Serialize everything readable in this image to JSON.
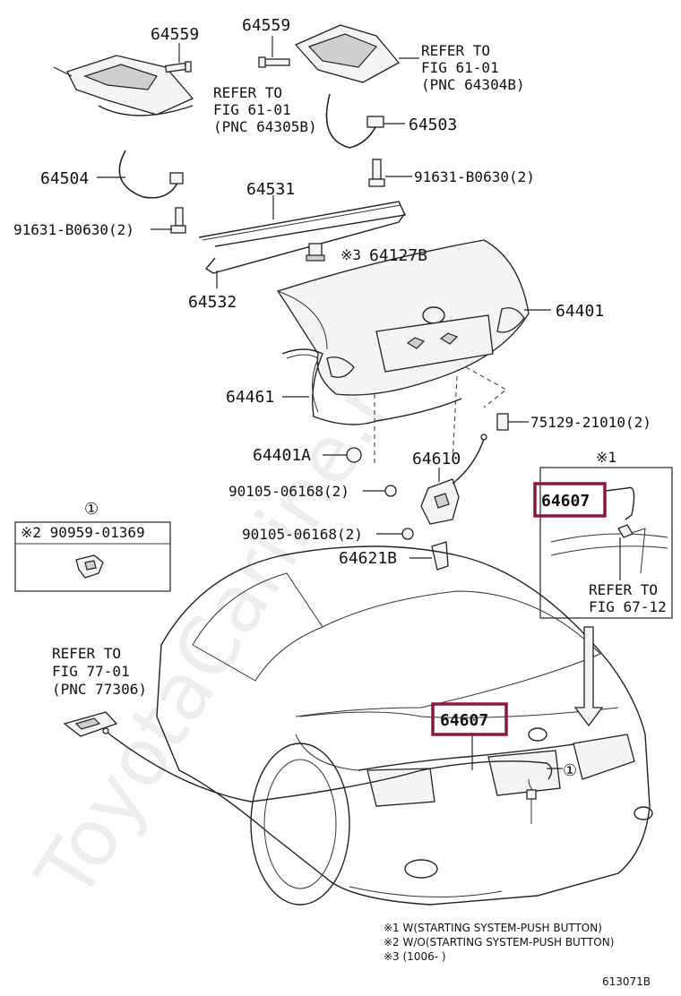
{
  "watermark": "ToyotaCarline.ru",
  "colors": {
    "highlight": "#8b1a3a",
    "line": "#222222"
  },
  "labels": {
    "p64559_left": "64559",
    "p64559_right": "64559",
    "refer_a_1": "REFER TO",
    "refer_a_2": "FIG 61-01",
    "refer_a_3": "(PNC 64304B)",
    "refer_b_1": "REFER TO",
    "refer_b_2": "FIG 61-01",
    "refer_b_3": "(PNC 64305B)",
    "p64503": "64503",
    "p64504": "64504",
    "bolt_right": "91631-B0630(2)",
    "bolt_left": "91631-B0630(2)",
    "p64531": "64531",
    "p64127b_mark": "※3",
    "p64127b": "64127B",
    "p64532": "64532",
    "p64401": "64401",
    "p64461": "64461",
    "p75129": "75129-21010(2)",
    "p64401a": "64401A",
    "p64610": "64610",
    "nut_upper": "90105-06168(2)",
    "nut_lower": "90105-06168(2)",
    "p64621b": "64621B",
    "inset_mark": "※1",
    "inset_part": "64607",
    "inset_refer_1": "REFER TO",
    "inset_refer_2": "FIG 67-12",
    "circle_one_top": "①",
    "box_part": "※2 90959-01369",
    "refer_c_1": "REFER TO",
    "refer_c_2": "FIG 77-01",
    "refer_c_3": "(PNC 77306)",
    "main_part": "64607",
    "circle_one_car": "①",
    "footnote_1": "※1 W(STARTING SYSTEM-PUSH BUTTON)",
    "footnote_2": "※2 W/O(STARTING SYSTEM-PUSH BUTTON)",
    "footnote_3": "※3 (1006-       )",
    "figure_code": "613071B"
  }
}
